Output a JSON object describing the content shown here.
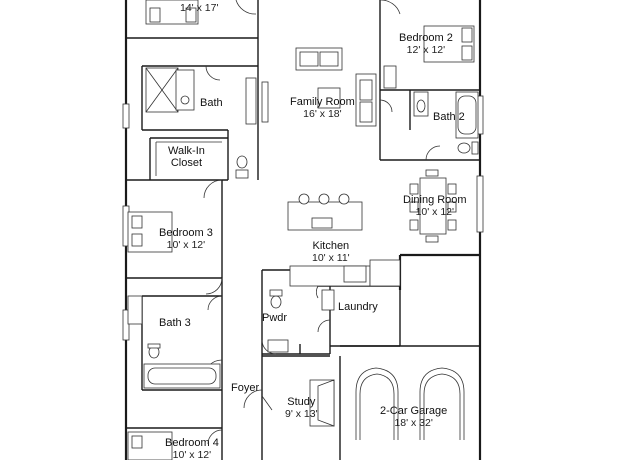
{
  "rooms": {
    "primary_bedroom": {
      "dims": "14' x 17'"
    },
    "bedroom2": {
      "name": "Bedroom 2",
      "dims": "12' x 12'"
    },
    "bath": {
      "name": "Bath"
    },
    "family_room": {
      "name": "Family Room",
      "dims": "16' x 18'"
    },
    "bath2": {
      "name": "Bath 2"
    },
    "walk_in_closet": {
      "name_line1": "Walk-In",
      "name_line2": "Closet"
    },
    "dining_room": {
      "name": "Dining Room",
      "dims": "10' x 12'"
    },
    "bedroom3": {
      "name": "Bedroom 3",
      "dims": "10' x 12'"
    },
    "kitchen": {
      "name": "Kitchen",
      "dims": "10' x 11'"
    },
    "laundry": {
      "name": "Laundry"
    },
    "pwdr": {
      "name": "Pwdr"
    },
    "bath3": {
      "name": "Bath 3"
    },
    "foyer": {
      "name": "Foyer"
    },
    "study": {
      "name": "Study",
      "dims": "9' x 13'"
    },
    "garage": {
      "name": "2-Car Garage",
      "dims": "18' x 32'"
    },
    "bedroom4": {
      "name": "Bedroom 4",
      "dims": "10' x 12'"
    }
  }
}
